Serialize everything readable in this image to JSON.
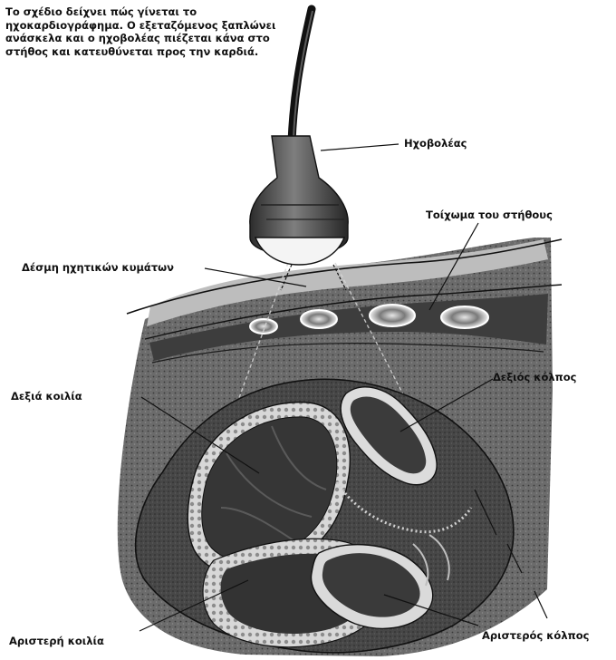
{
  "caption": "Το σχέδιο δείχνει πώς γίνεται το ηχοκαρδιογράφημα. Ο εξεταζόμενος ξαπλώνει ανάσκελα και ο ηχοβολέας πιέζεται κάνα στο στήθος και κατευθύνεται προς την καρδιά.",
  "labels": {
    "transducer": "Ηχοβολέας",
    "chest_wall": "Τοίχωμα του στήθους",
    "sound_beam": "Δέσμη ηχητικών κυμάτων",
    "right_ventricle": "Δεξιά κοιλία",
    "right_atrium": "Δεξιός κόλπος",
    "left_ventricle": "Αριστερή κοιλία",
    "left_atrium": "Αριστερός κόλπος"
  },
  "colors": {
    "ink": "#111111",
    "tissue_dark": "#3f3f3f",
    "tissue_light": "#cfcfcf",
    "probe_body": "#4a4a4a",
    "probe_face": "#f4f4f4"
  }
}
